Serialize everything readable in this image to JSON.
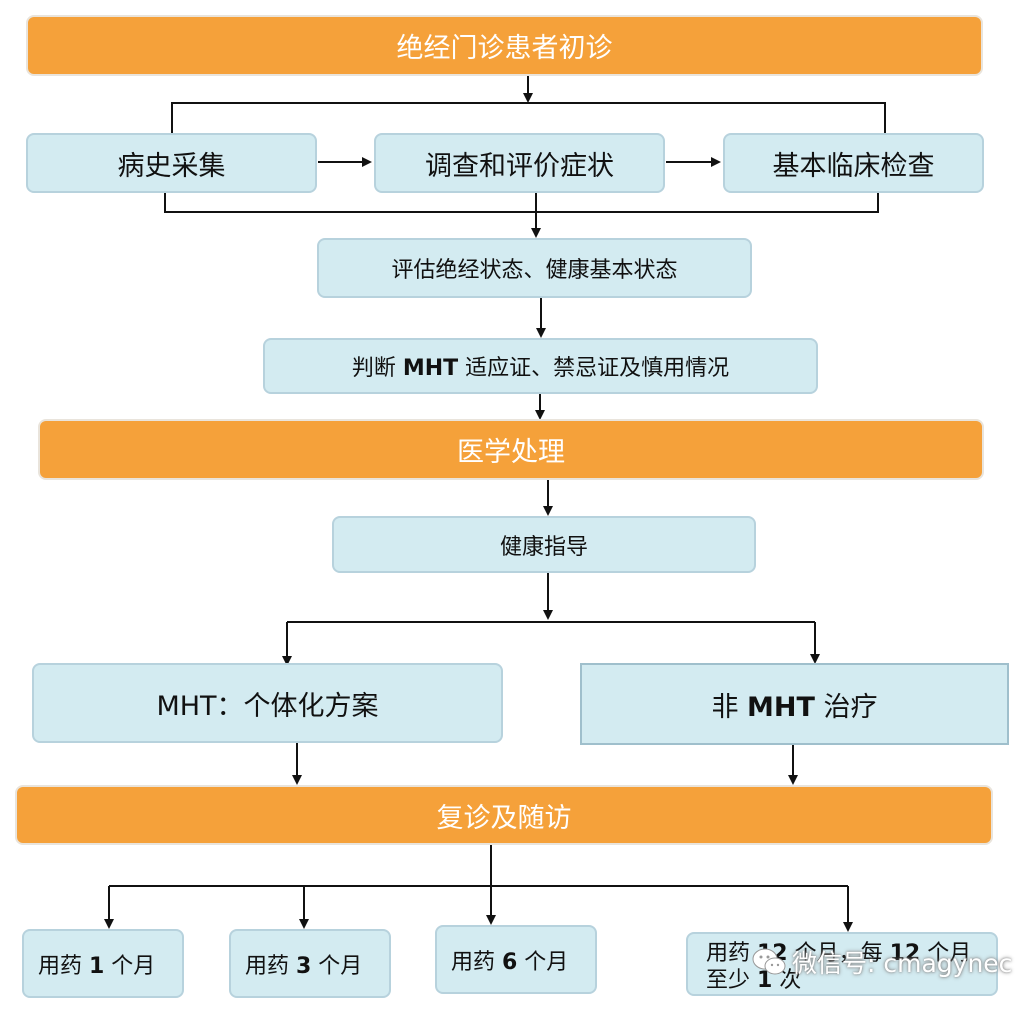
{
  "nodes": {
    "initial_visit": "绝经门诊患者初诊",
    "history": "病史采集",
    "symptoms": "调查和评价症状",
    "exam": "基本临床检查",
    "assess": "评估绝经状态、健康基本状态",
    "judge_pre": "判断 ",
    "judge_bold": "MHT",
    "judge_post": " 适应证、禁忌证及慎用情况",
    "medical": "医学处理",
    "guidance": "健康指导",
    "mht_plan": "MHT：个体化方案",
    "non_mht_pre": "非 ",
    "non_mht_bold": "MHT",
    "non_mht_post": " 治疗",
    "followup": "复诊及随访",
    "f1_pre": "用药 ",
    "f1_bold": "1",
    "f1_post": " 个月",
    "f3_pre": "用药 ",
    "f3_bold": "3",
    "f3_post": " 个月",
    "f6_pre": "用药 ",
    "f6_bold": "6",
    "f6_post": " 个月",
    "f12_a": "用药 ",
    "f12_b": "12",
    "f12_c": " 个月，每 ",
    "f12_d": "12",
    "f12_e": " 个月",
    "f12_f": "至少 ",
    "f12_g": "1",
    "f12_h": " 次"
  },
  "watermark": {
    "icon": "wechat-icon",
    "text": "微信号: cmagynec"
  },
  "colors": {
    "orange": "#f5a13a",
    "blue": "#d3ebf1",
    "line": "#111111"
  }
}
